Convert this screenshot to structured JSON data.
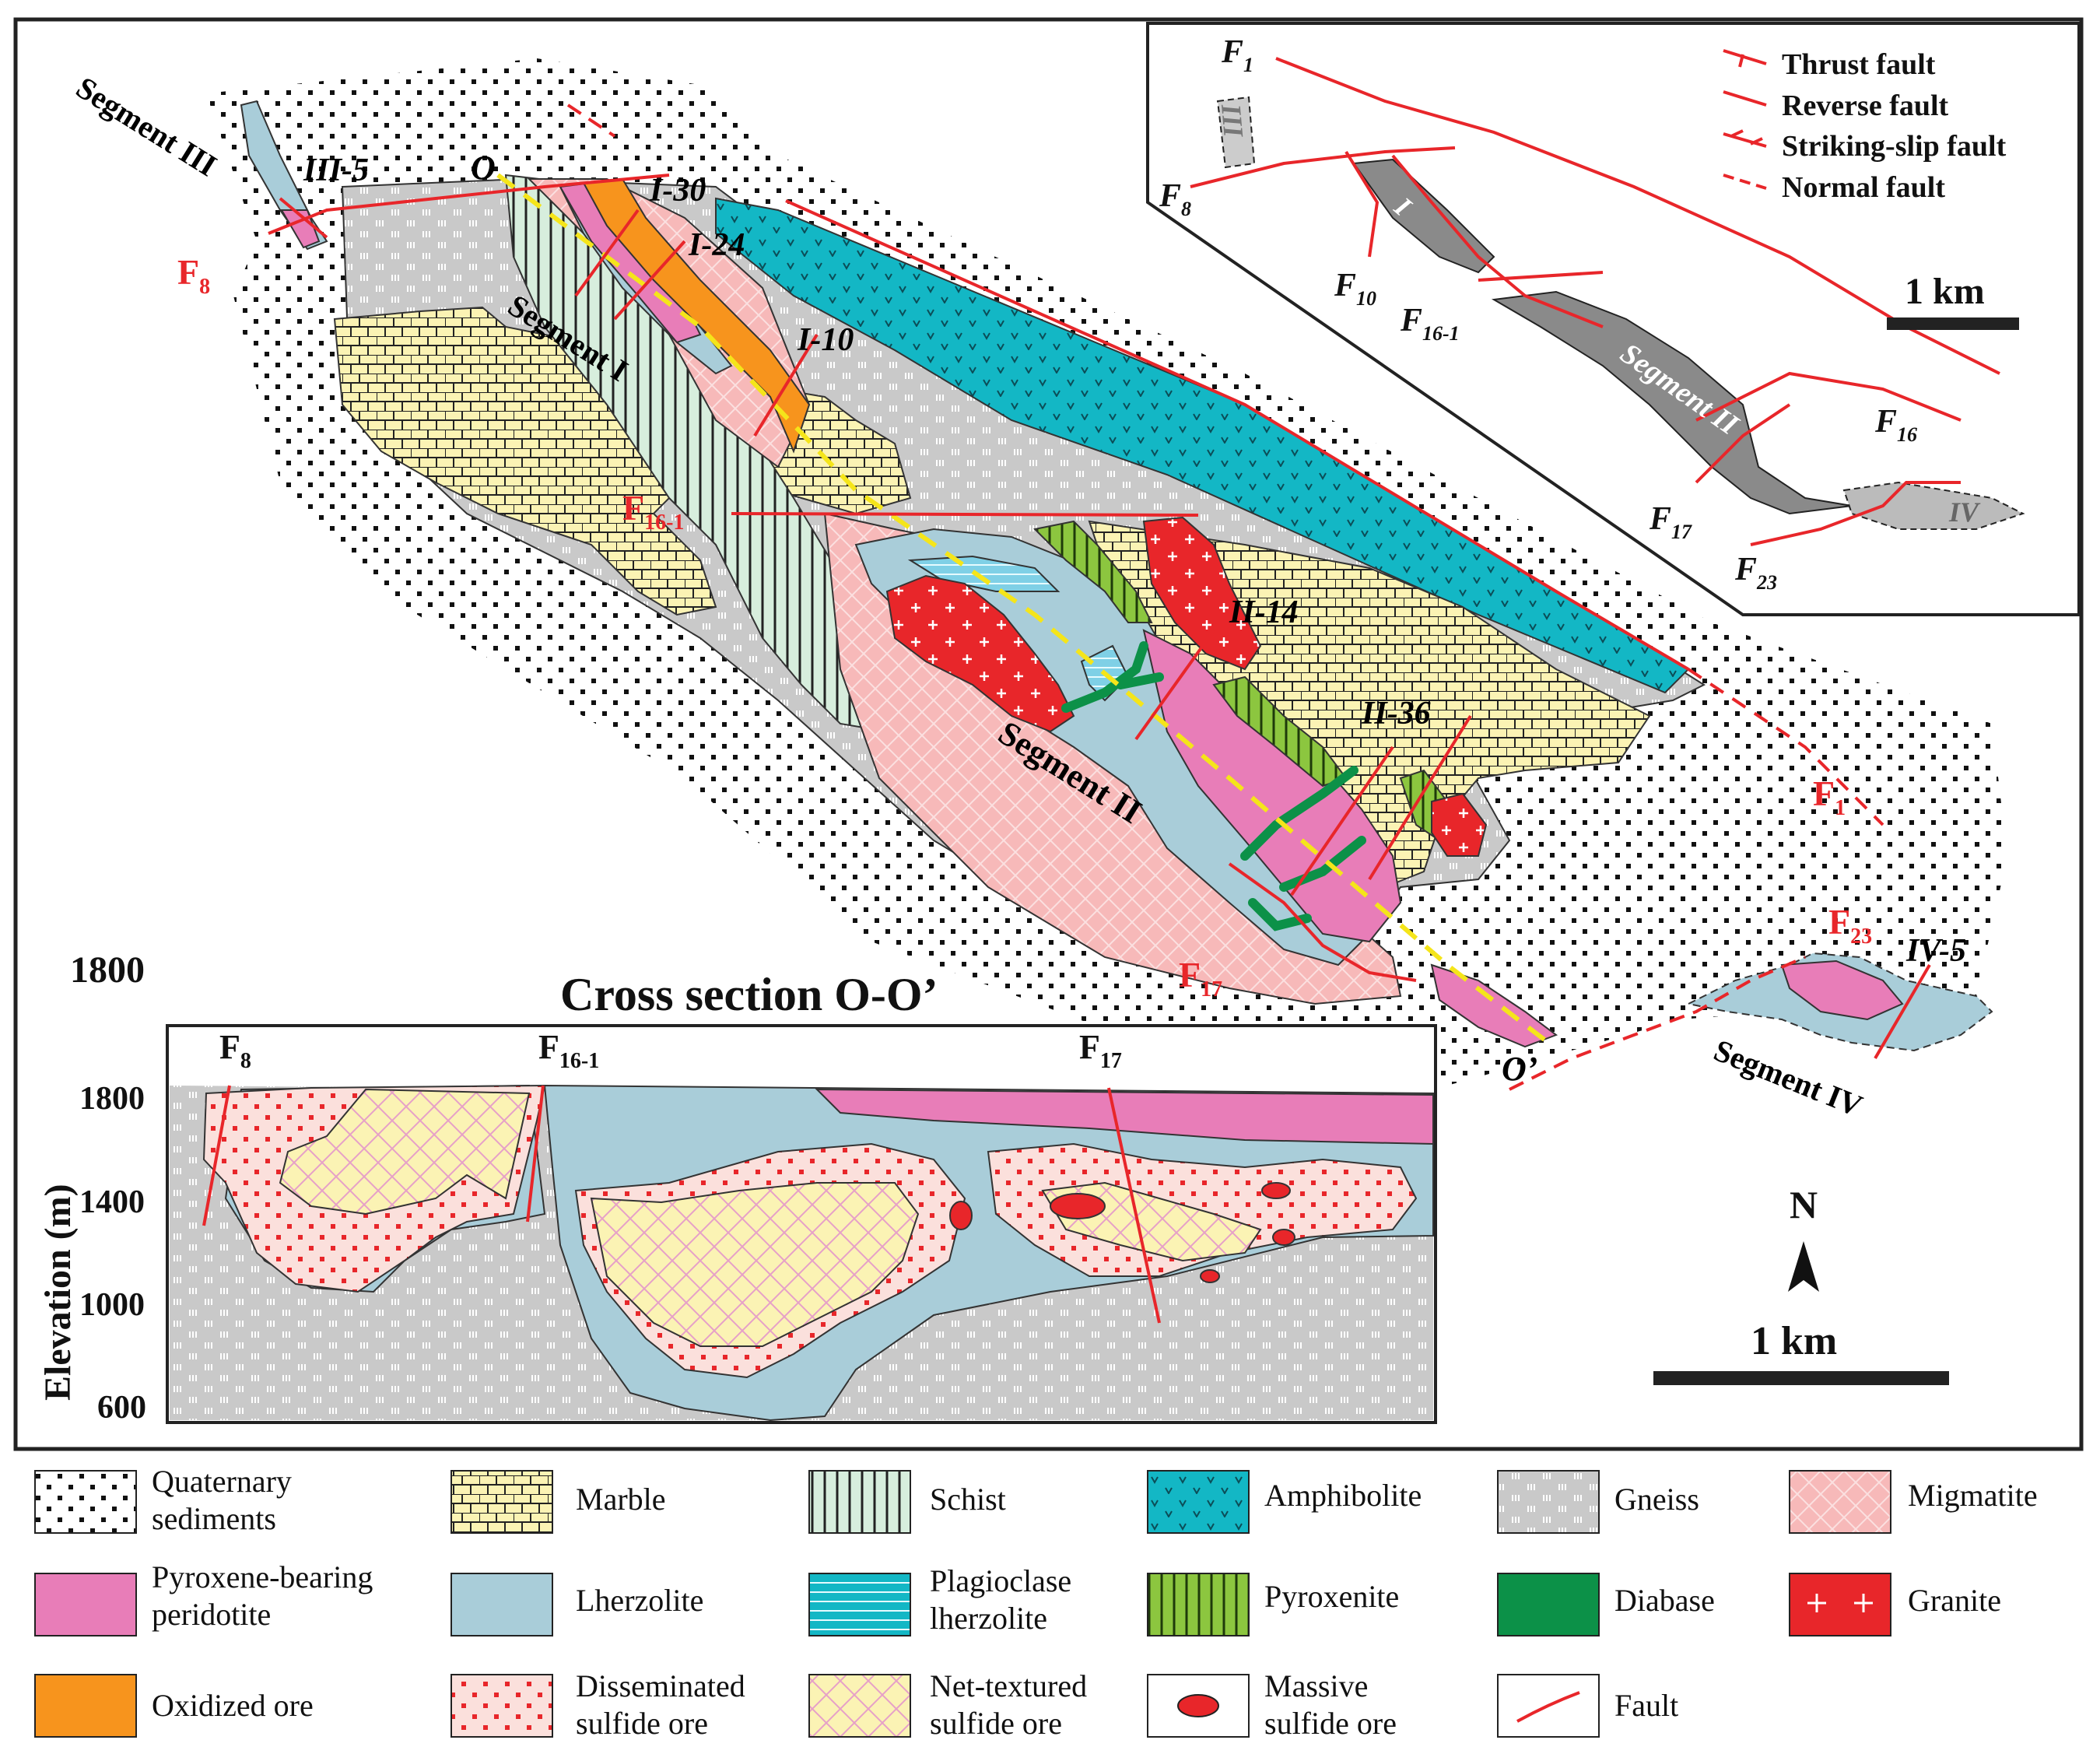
{
  "map": {
    "segments": {
      "i": "Segment I",
      "ii": "Segment II",
      "iii": "Segment III",
      "iv": "Segment IV"
    },
    "faults": {
      "f1": "F",
      "f1_sub": "1",
      "f8": "F",
      "f8_sub": "8",
      "f16_1": "F",
      "f16_1_sub": "16-1",
      "f17": "F",
      "f17_sub": "17",
      "f23": "F",
      "f23_sub": "23"
    },
    "profiles": [
      "III-5",
      "I-30",
      "I-24",
      "I-10",
      "II-14",
      "II-36",
      "IV-5"
    ],
    "section_line": {
      "start": "O",
      "end": "O’"
    },
    "scale": "1 km",
    "north": "N"
  },
  "inset": {
    "legend": [
      "Thrust fault",
      "Reverse fault",
      "Striking-slip fault",
      "Normal fault"
    ],
    "faults": {
      "f1": "F",
      "f1_sub": "1",
      "f8": "F",
      "f8_sub": "8",
      "f10": "F",
      "f10_sub": "10",
      "f16_1": "F",
      "f16_1_sub": "16-1",
      "f16": "F",
      "f16_sub": "16",
      "f17": "F",
      "f17_sub": "17",
      "f23": "F",
      "f23_sub": "23"
    },
    "segment_labels": {
      "i": "I",
      "ii": "Segment II",
      "iii": "III",
      "iv": "IV"
    },
    "scale": "1 km"
  },
  "cross_section": {
    "title": "Cross section O-O’",
    "top_value": "1800",
    "y_axis_label": "Elevation (m)",
    "y_ticks": [
      "1800",
      "1400",
      "1000",
      "600"
    ],
    "faults": {
      "f8": "F",
      "f8_sub": "8",
      "f16_1": "F",
      "f16_1_sub": "16-1",
      "f17": "F",
      "f17_sub": "17"
    }
  },
  "legend": {
    "quaternary": [
      "Quaternary",
      "sediments"
    ],
    "marble": "Marble",
    "schist": "Schist",
    "amphibolite": "Amphibolite",
    "gneiss": "Gneiss",
    "migmatite": "Migmatite",
    "pyroxene_peridotite": [
      "Pyroxene-bearing",
      "peridotite"
    ],
    "lherzolite": "Lherzolite",
    "plag_lherzolite": [
      "Plagioclase",
      "lherzolite"
    ],
    "pyroxenite": "Pyroxenite",
    "diabase": "Diabase",
    "granite": "Granite",
    "oxidized_ore": "Oxidized ore",
    "disseminated_ore": [
      "Disseminated",
      "sulfide ore"
    ],
    "net_textured_ore": [
      "Net-textured",
      "sulfide ore"
    ],
    "massive_ore": [
      "Massive",
      "sulfide ore"
    ],
    "fault": "Fault"
  },
  "colors": {
    "red": "#e8262a",
    "marble": "#fbf3b4",
    "lherzolite": "#a9cdd9",
    "peridotite": "#e87db8",
    "amphibolite": "#13b7c5",
    "migmatite": "#f7b9b9",
    "schist": "#d7eedd",
    "pyroxenite": "#8cc63f",
    "diabase": "#0c9148",
    "oxidized": "#f7941d",
    "gneiss": "#c9c9c9"
  }
}
